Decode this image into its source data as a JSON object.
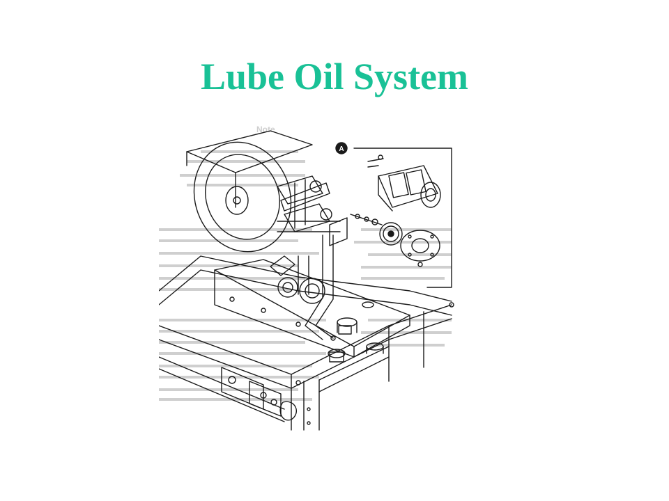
{
  "slide": {
    "title": "Lube Oil System",
    "title_color": "#19c196",
    "background": "#ffffff"
  },
  "figure": {
    "kind": "technical line drawing of lube oil pump and piping assembly",
    "callout_label": "A",
    "bleed_through_heading": "Note"
  }
}
